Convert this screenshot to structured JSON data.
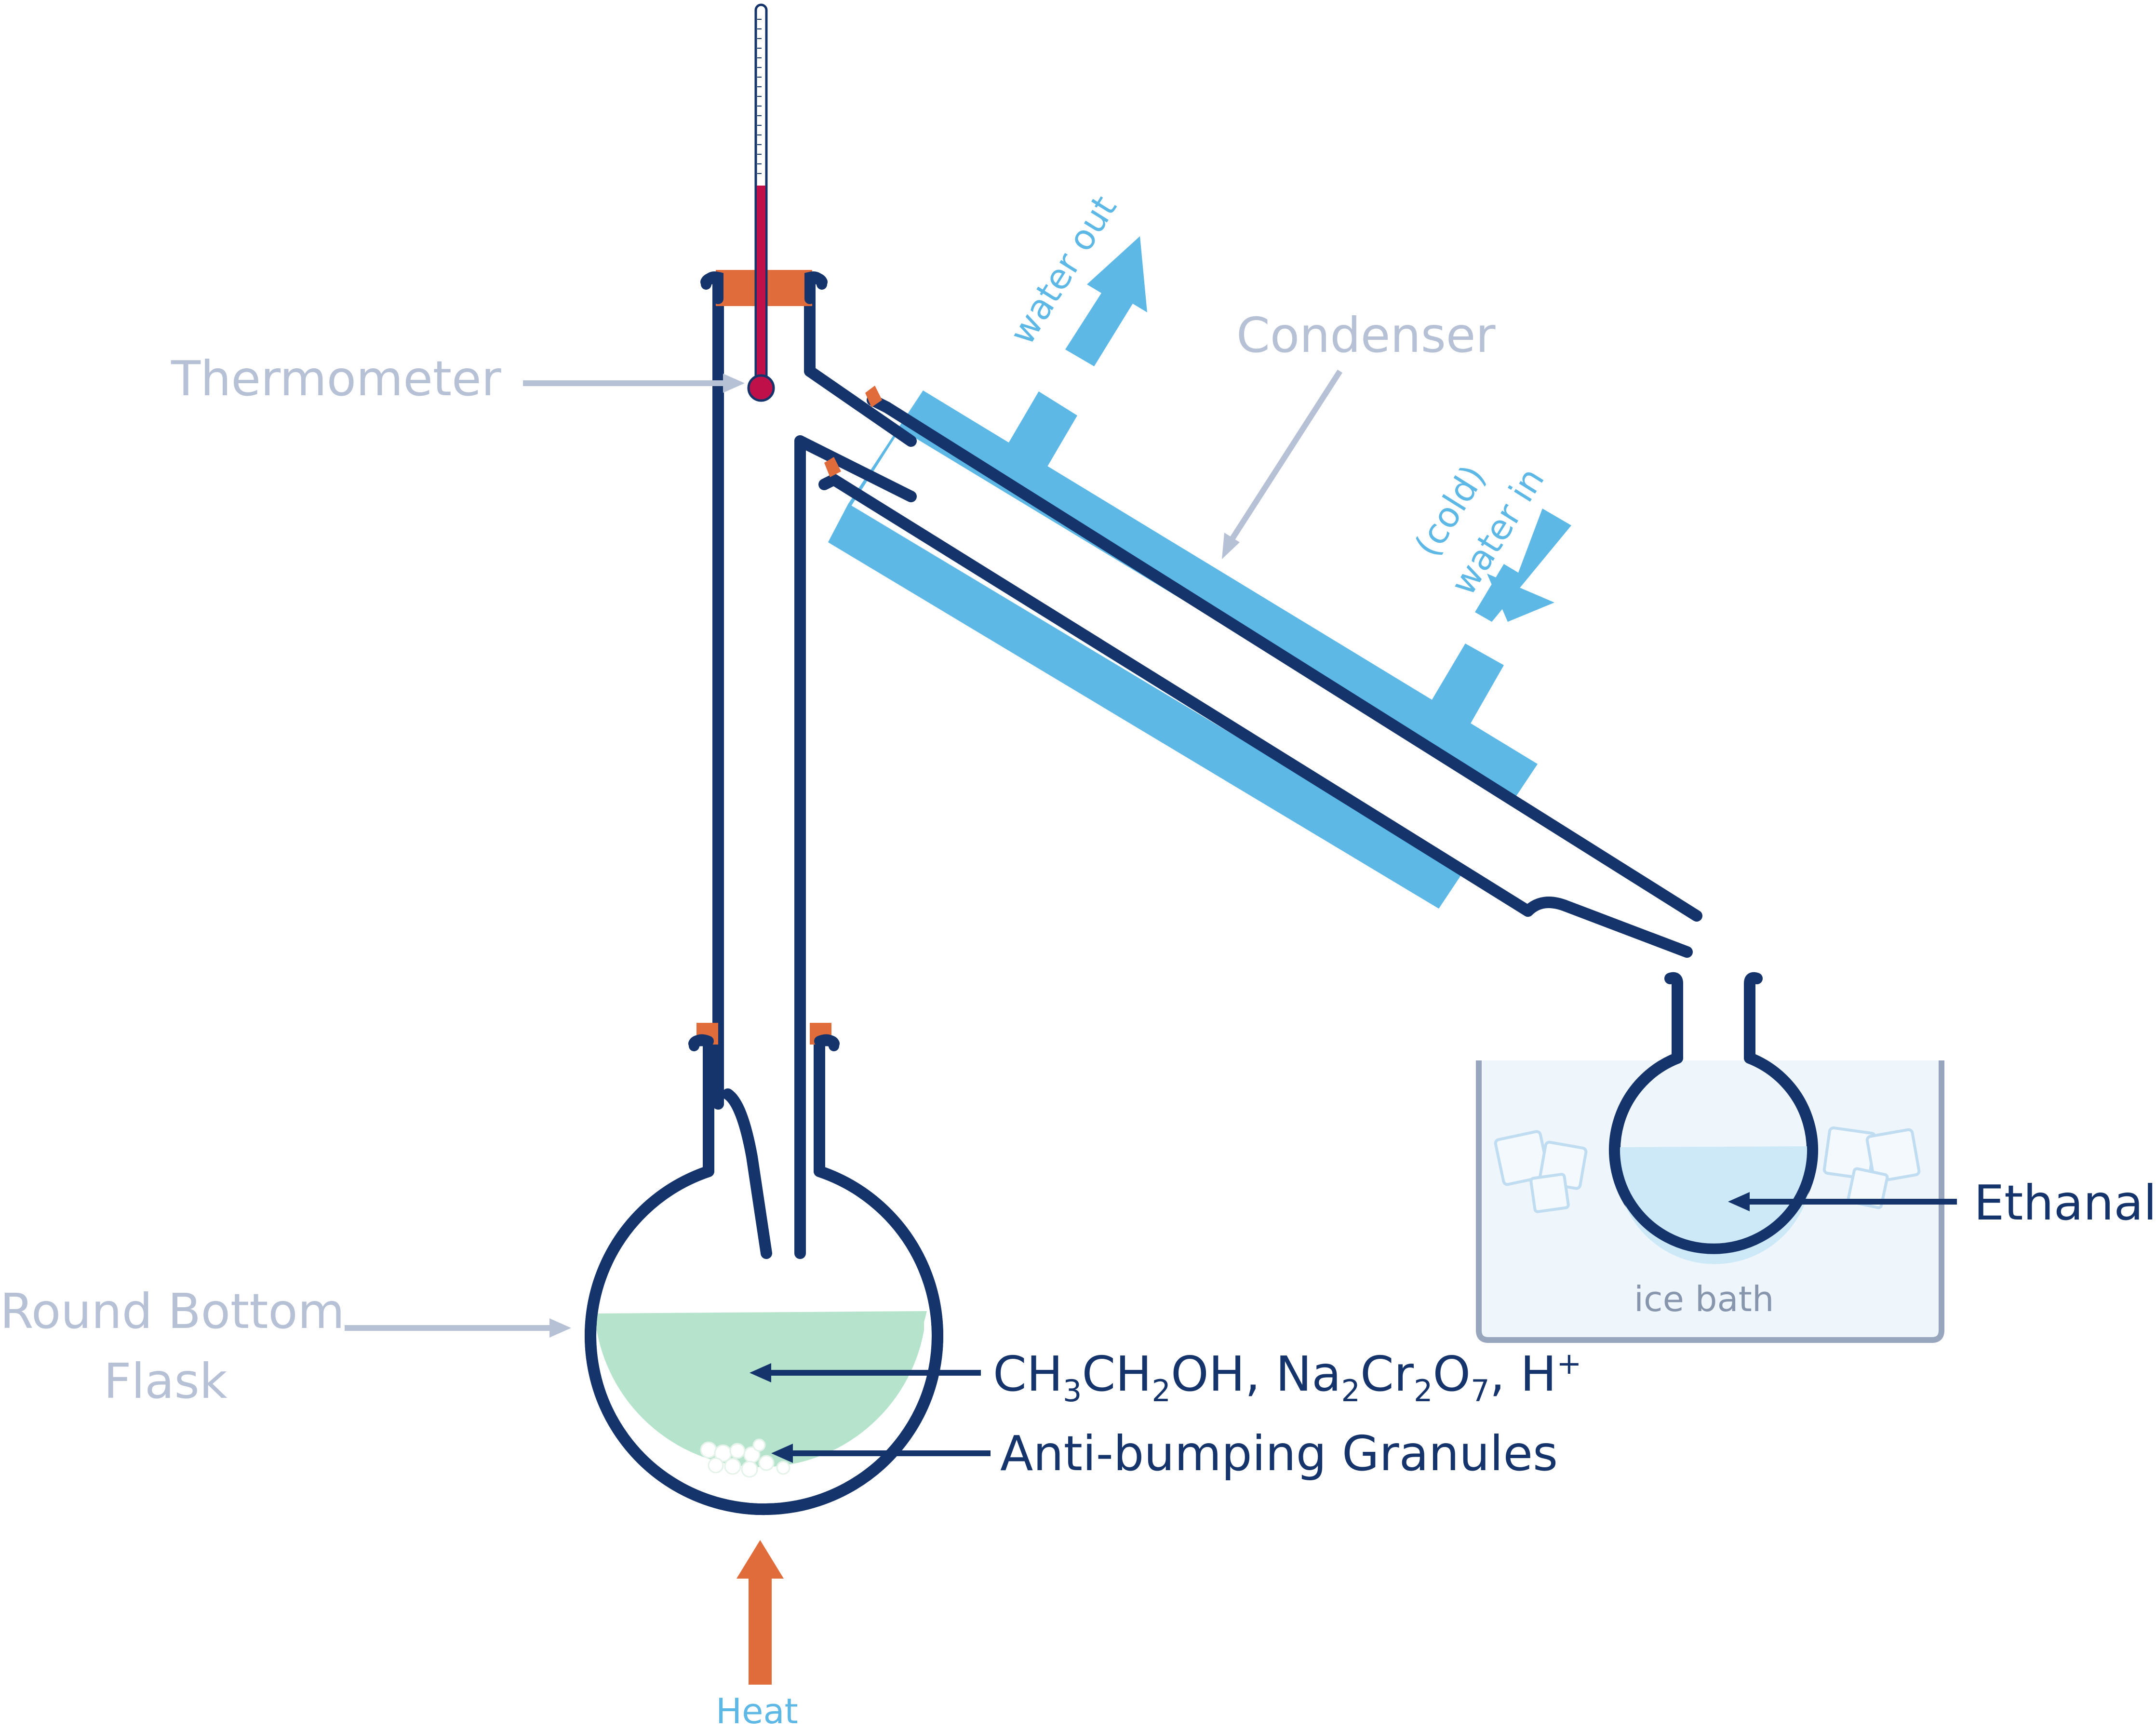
{
  "labels": {
    "thermometer": "Thermometer",
    "condenser": "Condenser",
    "water_out": "water out",
    "water_in": "water in",
    "cold": "(cold)",
    "round_bottom_line1": "Round Bottom",
    "round_bottom_line2": "Flask",
    "reagents": {
      "ch": "CH",
      "sub3": "3",
      "ch2": "CH",
      "sub2a": "2",
      "oh": "OH, Na",
      "sub2b": "2",
      "cr": "Cr",
      "sub2c": "2",
      "o": "O",
      "sub7": "7",
      "h": ", H",
      "sup_plus": "+"
    },
    "granules": "Anti-bumping Granules",
    "heat": "Heat",
    "ethanal": "Ethanal",
    "ice_bath": "ice bath"
  },
  "colors": {
    "glass_outline": "#15346b",
    "label_grey": "#b6c1d6",
    "water_blue": "#5db8e6",
    "stopper_orange": "#e06c3c",
    "mercury_red": "#c0104a",
    "flask_liquid": "#b6e3cc",
    "ethanal_liquid": "#cde8f6",
    "ice_bath_fill": "#eef6fc",
    "ice_bath_border": "#97a6bd"
  }
}
